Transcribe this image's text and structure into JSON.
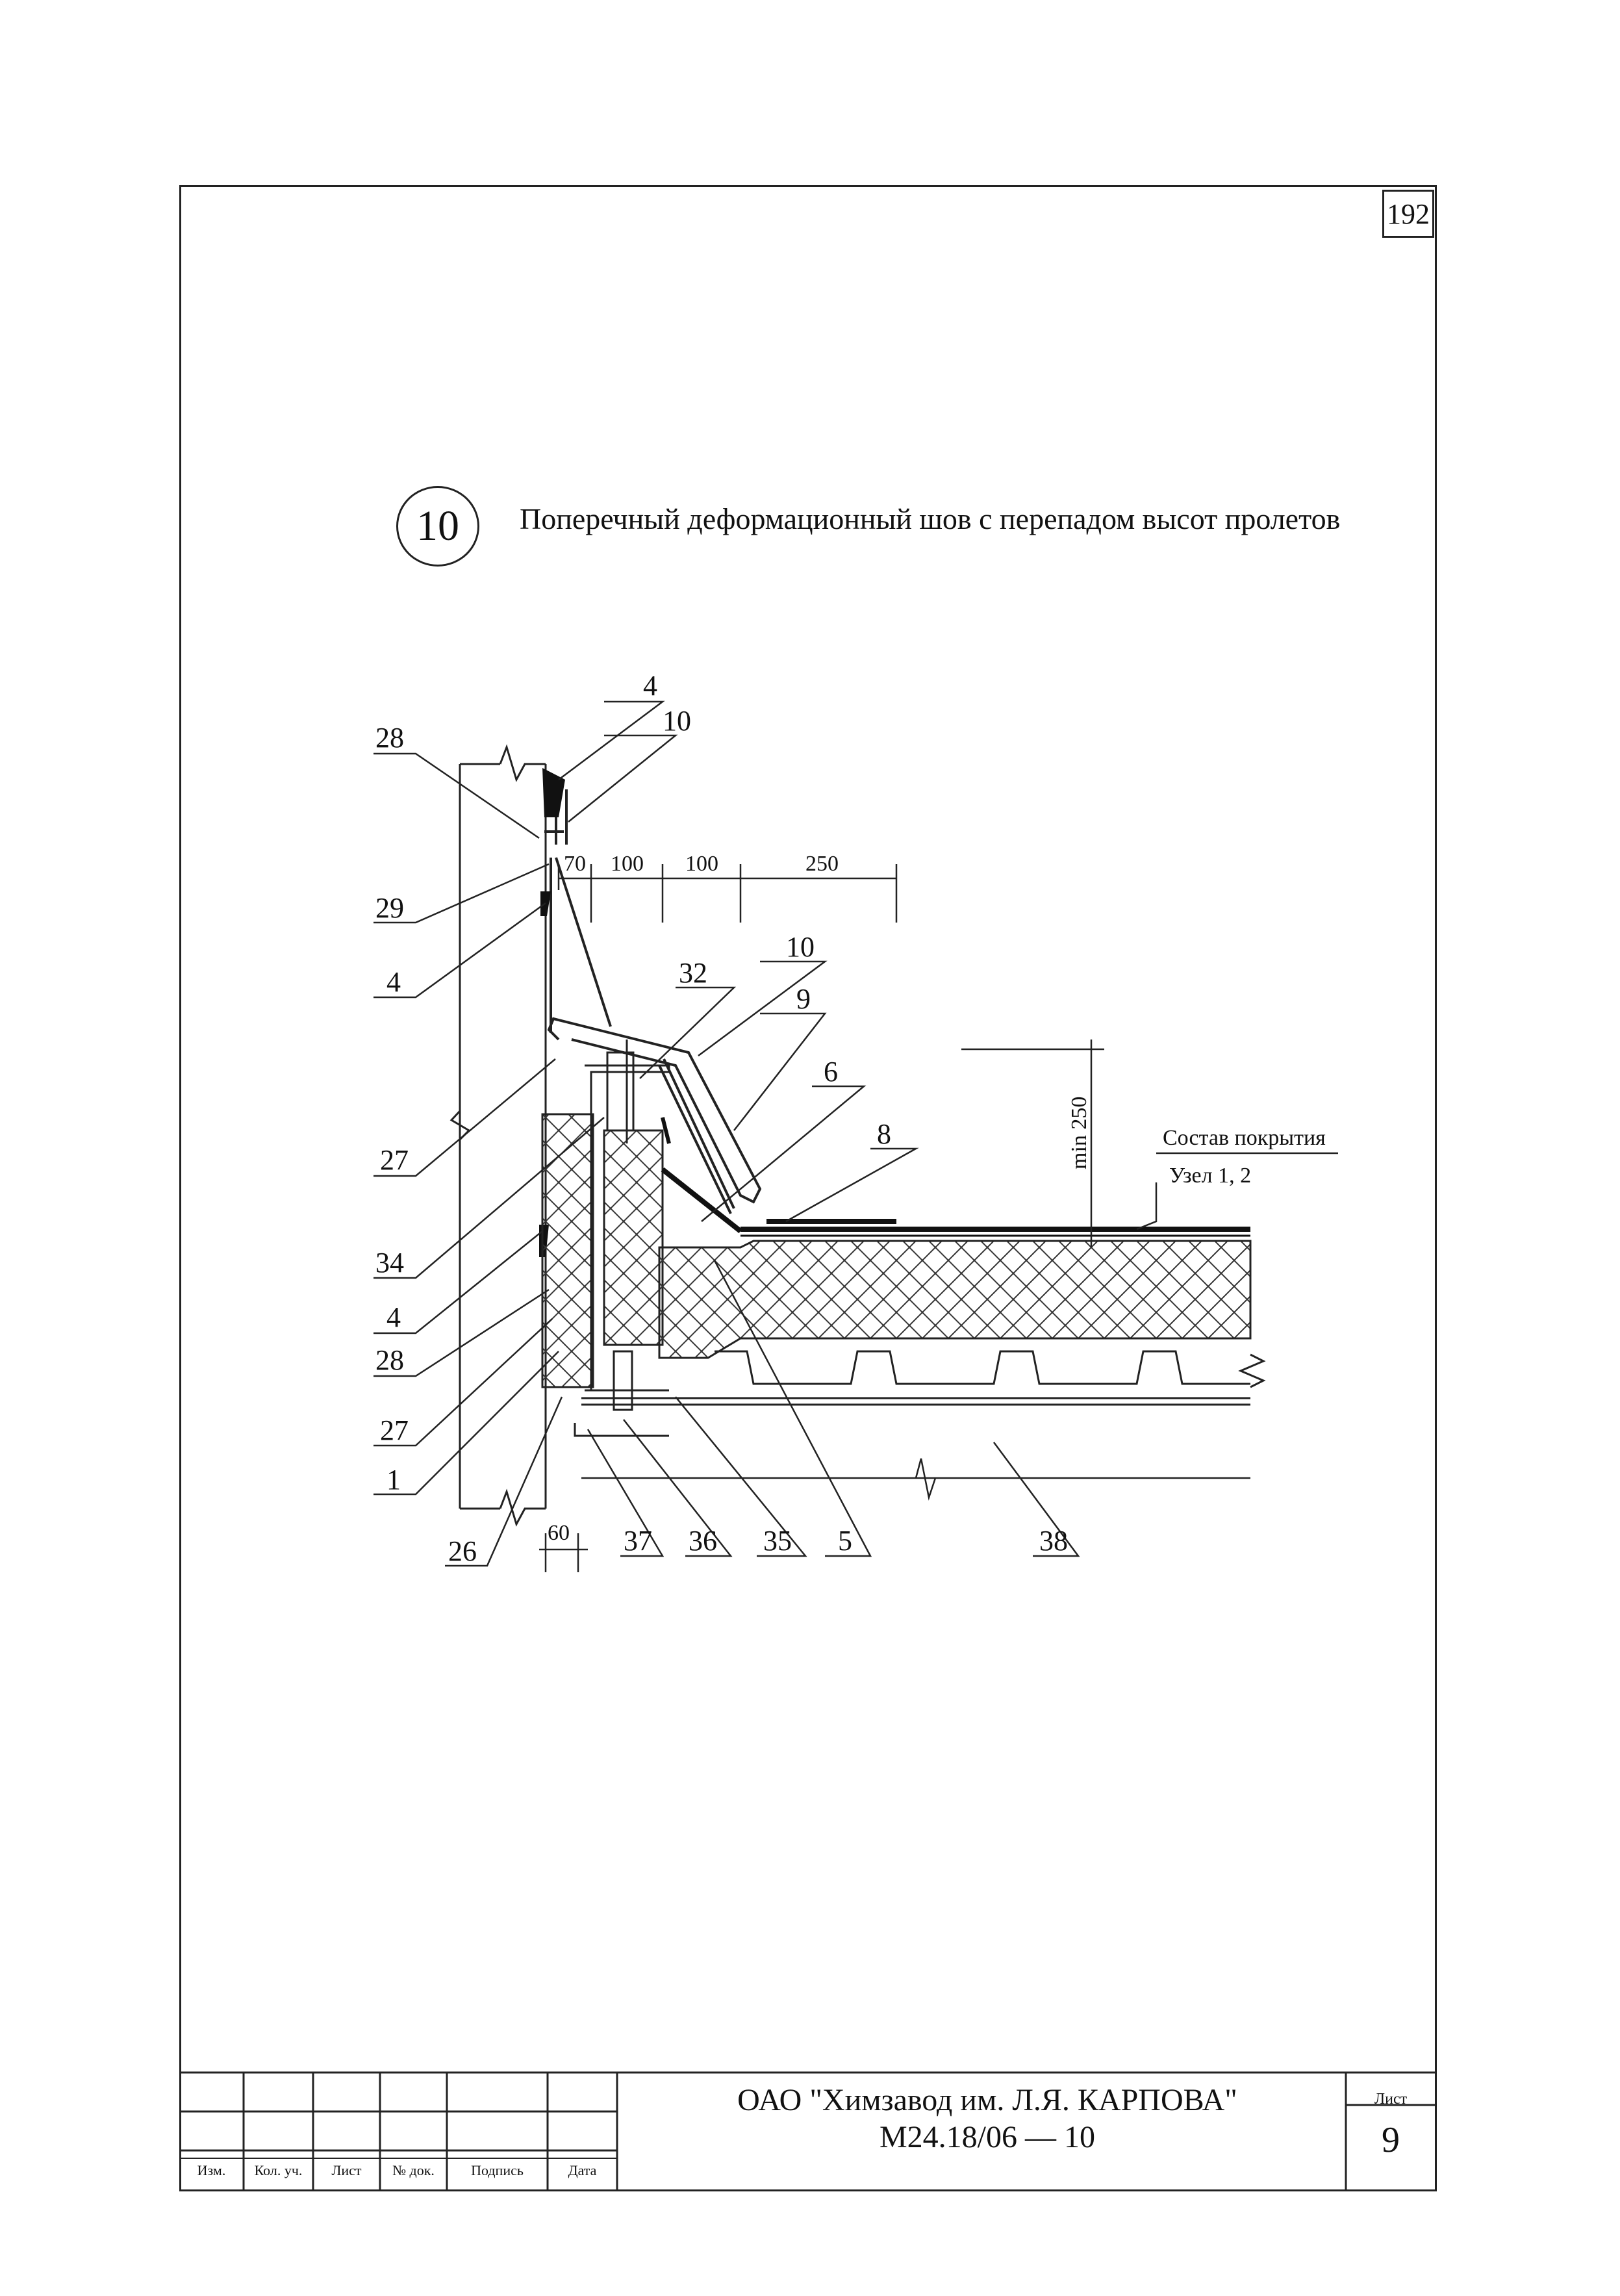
{
  "page_number": "192",
  "detail": {
    "number": "10",
    "title": "Поперечный деформационный шов с перепадом высот пролетов"
  },
  "callouts": [
    "28",
    "4",
    "10",
    "29",
    "4",
    "32",
    "10",
    "9",
    "6",
    "8",
    "27",
    "34",
    "4",
    "28",
    "27",
    "1",
    "26",
    "37",
    "36",
    "35",
    "5",
    "38"
  ],
  "dimensions": {
    "top": [
      "70",
      "100",
      "100",
      "250"
    ],
    "vertical": "min 250",
    "bottom": "60"
  },
  "roof_composition": {
    "label": "Состав покрытия",
    "reference": "Узел 1, 2"
  },
  "title_block": {
    "organization": "ОАО \"Химзавод им. Л.Я. КАРПОВА\"",
    "document_code": "М24.18/06 — 10",
    "sheet_label": "Лист",
    "sheet_number": "9",
    "columns": [
      "Изм.",
      "Кол. уч.",
      "Лист",
      "№ док.",
      "Подпись",
      "Дата"
    ]
  }
}
